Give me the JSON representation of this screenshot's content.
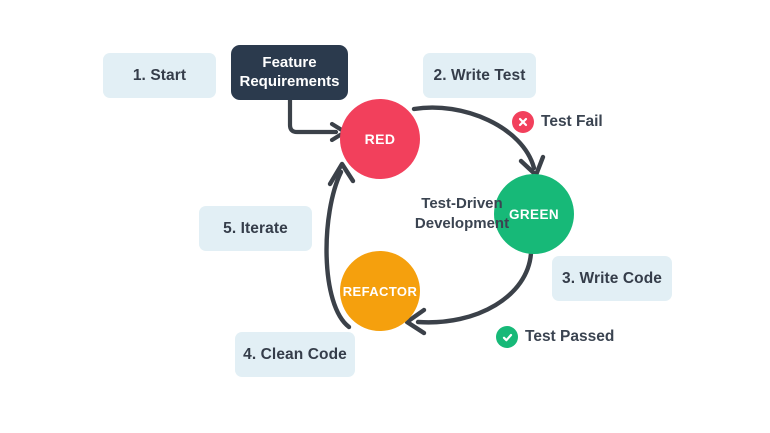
{
  "diagram": {
    "title": "Test-Driven Development",
    "center_caption_line1": "Test-Driven",
    "center_caption_line2": "Development",
    "source_node": {
      "label_line1": "Feature",
      "label_line2": "Requirements",
      "color": "#2b3a4d"
    },
    "cycle_nodes": [
      {
        "id": "red",
        "label": "RED",
        "color": "#f2405c"
      },
      {
        "id": "green",
        "label": "GREEN",
        "color": "#17b978"
      },
      {
        "id": "refactor",
        "label": "REFACTOR",
        "color": "#f5a00d"
      }
    ],
    "steps": [
      {
        "id": "step1",
        "label": "1. Start"
      },
      {
        "id": "step2",
        "label": "2. Write Test"
      },
      {
        "id": "step3",
        "label": "3. Write Code"
      },
      {
        "id": "step4",
        "label": "4. Clean Code"
      },
      {
        "id": "step5",
        "label": "5. Iterate"
      }
    ],
    "markers": [
      {
        "id": "fail",
        "label": "Test Fail",
        "icon": "cross-circle-icon",
        "color": "#f2405c"
      },
      {
        "id": "passed",
        "label": "Test Passed",
        "icon": "check-circle-icon",
        "color": "#17b978"
      }
    ],
    "colors": {
      "background": "#ffffff",
      "step_box": "#e2eff5",
      "arrow": "#3b4149",
      "text_dark": "#3b4451"
    }
  }
}
